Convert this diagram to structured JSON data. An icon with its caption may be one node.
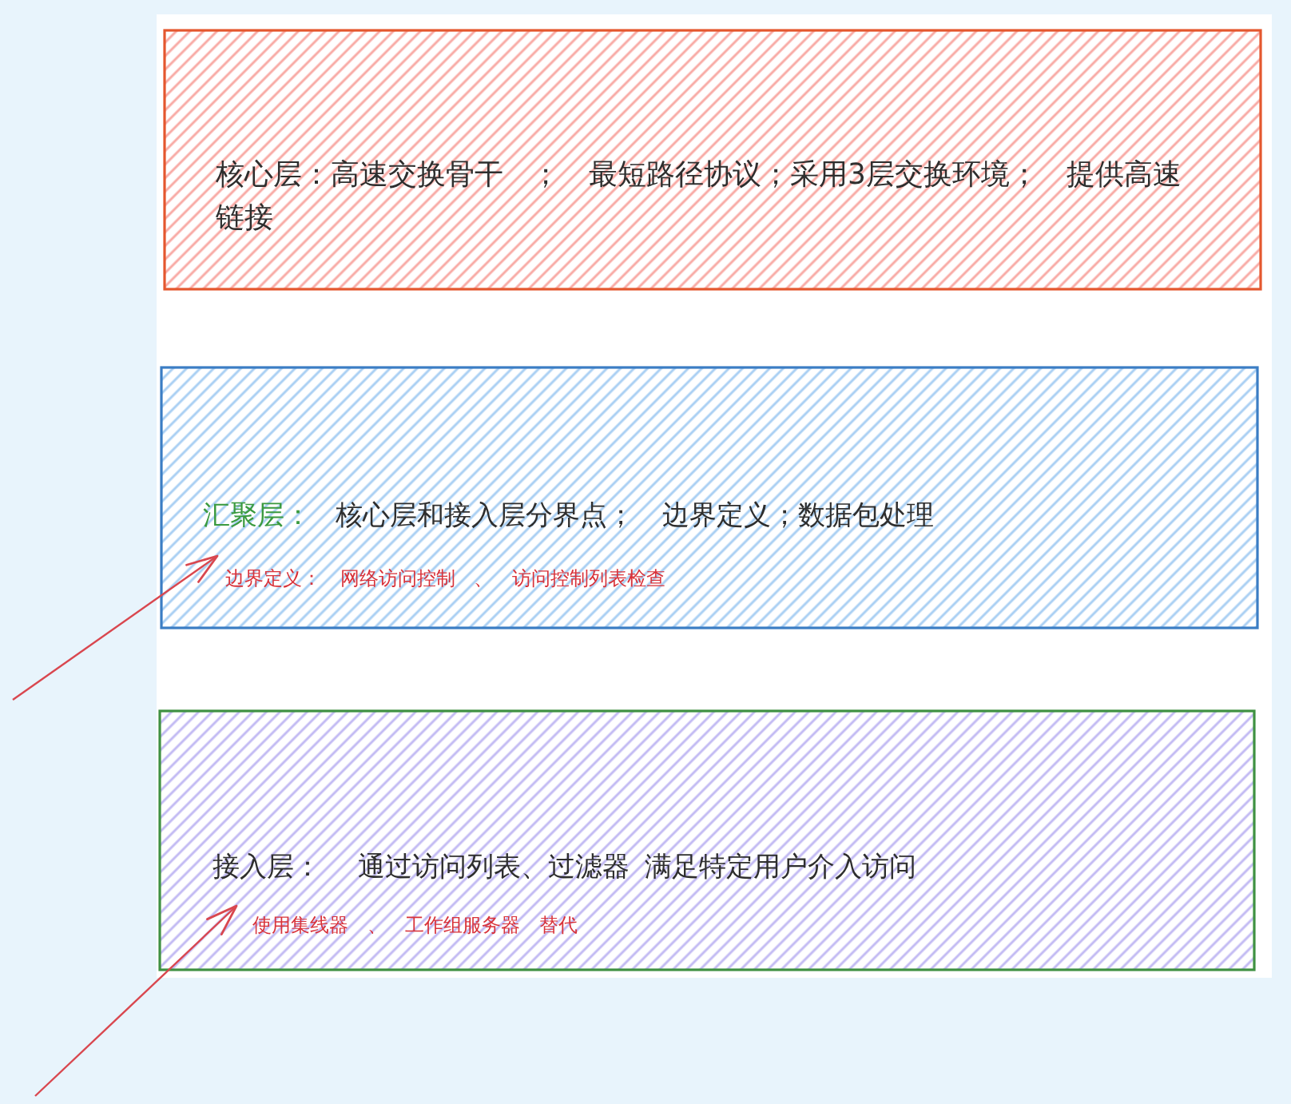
{
  "diagram": {
    "nodes": [
      {
        "text": [
          "核心层：高速交换骨干 ； 最短路径协议；采用3层交换环境； 提供高速链接"
        ]
      },
      {
        "text": [
          "汇聚层：",
          "核心层和接入层分界点； 边界定义；数据包处理"
        ]
      },
      {
        "text": [
          "边界定义： 网络访问控制 、 访问控制列表检查"
        ],
        "in": 1
      },
      {
        "text": [
          "接入层：",
          "通过访问列表、过滤器 满足特定用户介入访问"
        ]
      },
      {
        "text": [
          "使用集线器 、 工作组服务器 替代"
        ],
        "in": 3
      }
    ],
    "edges": [
      {
        "from": null,
        "to": 2,
        "arrow": "to"
      },
      {
        "from": null,
        "to": 4,
        "arrow": "to"
      }
    ]
  }
}
